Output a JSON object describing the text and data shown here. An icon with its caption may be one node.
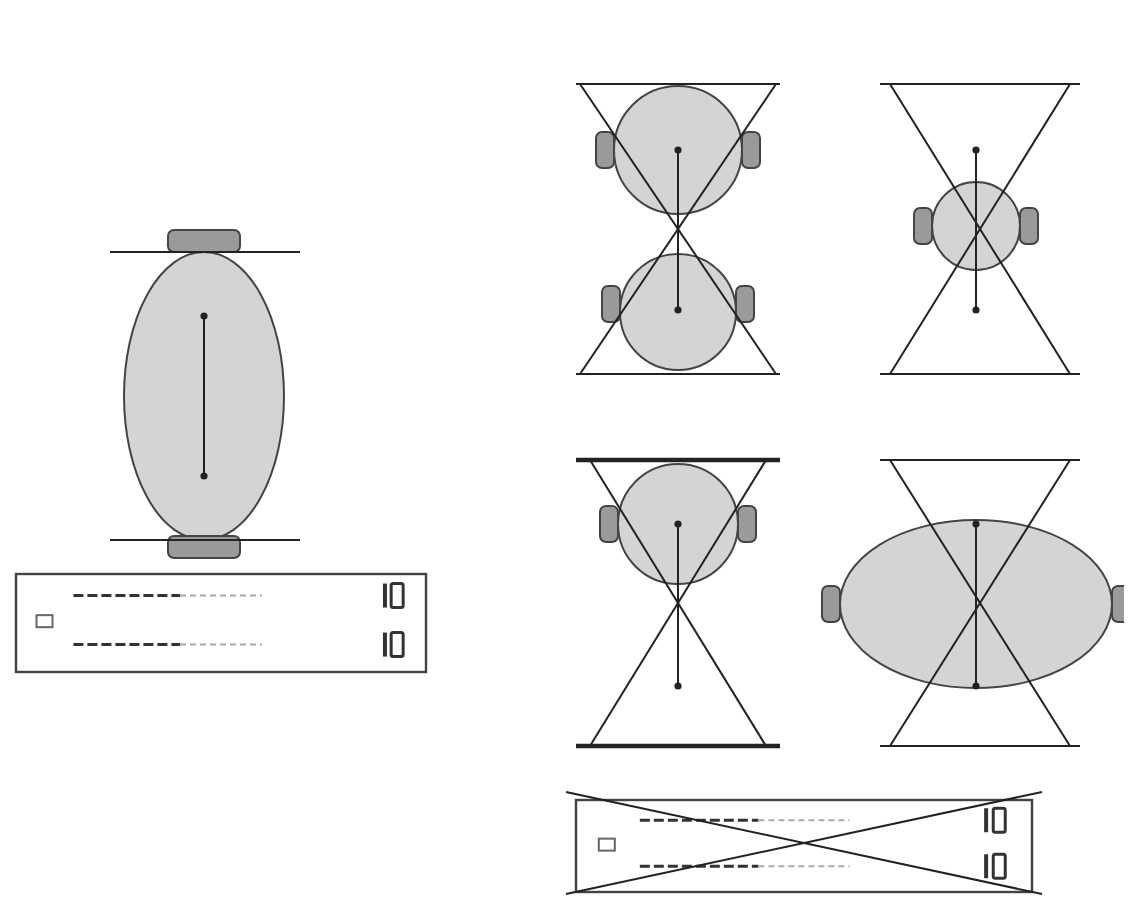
{
  "diagram": {
    "nodes": [
      {
        "text": [],
        "shape": "picture"
      },
      {
        "text": [],
        "shape": "picture"
      },
      {
        "text": [],
        "shape": "picture"
      },
      {
        "text": [],
        "shape": "picture"
      },
      {
        "text": [],
        "shape": "picture"
      },
      {
        "text": [],
        "shape": "picture"
      },
      {
        "text": [],
        "shape": "picture"
      }
    ]
  }
}
